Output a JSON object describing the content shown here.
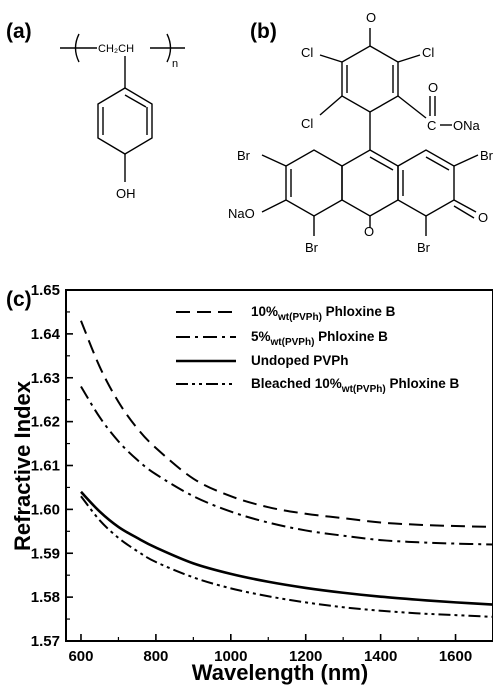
{
  "panels": {
    "a": "(a)",
    "b": "(b)",
    "c": "(c)"
  },
  "structure_a": {
    "chain_text": "CH₂CH",
    "repeat_n": "n",
    "oh": "OH"
  },
  "structure_b": {
    "o_top": "O",
    "cl_left_top": "Cl",
    "cl_right_top": "Cl",
    "cl_left_bottom": "Cl",
    "carbonyl_c": "C",
    "carbonyl_o": "O",
    "ona": "ONa",
    "br_left": "Br",
    "br_right": "Br",
    "nao": "NaO",
    "o_ring": "O",
    "o_right": "O",
    "br_bottom_left": "Br",
    "br_bottom_right": "Br"
  },
  "colors": {
    "line": "#000000",
    "background": "#ffffff"
  },
  "chart_data": {
    "type": "line",
    "xlabel": "Wavelength (nm)",
    "ylabel": "Refractive Index",
    "xlim": [
      560,
      1700
    ],
    "ylim": [
      1.57,
      1.65
    ],
    "xticks": [
      600,
      800,
      1000,
      1200,
      1400,
      1600
    ],
    "yticks": [
      1.57,
      1.58,
      1.59,
      1.6,
      1.61,
      1.62,
      1.63,
      1.64,
      1.65
    ],
    "grid": false,
    "legend_position": "top-right",
    "series": [
      {
        "name": "10%wt(PVPh) Phloxine B",
        "legend": {
          "prefix": "10%",
          "sub": "wt(PVPh)",
          "suffix": " Phloxine B"
        },
        "dash": "long-dash",
        "x": [
          600,
          650,
          700,
          750,
          800,
          900,
          1000,
          1100,
          1200,
          1300,
          1400,
          1500,
          1600,
          1700
        ],
        "y": [
          1.643,
          1.6325,
          1.6245,
          1.6185,
          1.614,
          1.607,
          1.603,
          1.6005,
          1.599,
          1.598,
          1.597,
          1.5965,
          1.5962,
          1.596
        ]
      },
      {
        "name": "5%wt(PVPh) Phloxine B",
        "legend": {
          "prefix": "5%",
          "sub": "wt(PVPh)",
          "suffix": " Phloxine B"
        },
        "dash": "dash-dot",
        "x": [
          600,
          650,
          700,
          750,
          800,
          900,
          1000,
          1100,
          1200,
          1300,
          1400,
          1500,
          1600,
          1700
        ],
        "y": [
          1.628,
          1.621,
          1.6155,
          1.6113,
          1.608,
          1.603,
          1.5995,
          1.597,
          1.5952,
          1.594,
          1.593,
          1.5925,
          1.5922,
          1.592
        ]
      },
      {
        "name": "Undoped PVPh",
        "legend": {
          "prefix": "Undoped PVPh",
          "sub": "",
          "suffix": ""
        },
        "dash": "solid",
        "x": [
          600,
          650,
          700,
          750,
          800,
          900,
          1000,
          1100,
          1200,
          1300,
          1400,
          1500,
          1600,
          1700
        ],
        "y": [
          1.604,
          1.5995,
          1.596,
          1.5935,
          1.5913,
          1.5877,
          1.5853,
          1.5835,
          1.5821,
          1.581,
          1.5801,
          1.5794,
          1.5788,
          1.5783
        ]
      },
      {
        "name": "Bleached 10%wt(PVPh) Phloxine B",
        "legend": {
          "prefix": "Bleached 10%",
          "sub": "wt(PVPh)",
          "suffix": " Phloxine B"
        },
        "dash": "dash-dot-dot",
        "x": [
          600,
          650,
          700,
          750,
          800,
          900,
          1000,
          1100,
          1200,
          1300,
          1400,
          1500,
          1600,
          1700
        ],
        "y": [
          1.603,
          1.5975,
          1.5935,
          1.5905,
          1.588,
          1.5845,
          1.582,
          1.5802,
          1.5788,
          1.5777,
          1.5769,
          1.5763,
          1.5759,
          1.5755
        ]
      }
    ]
  }
}
